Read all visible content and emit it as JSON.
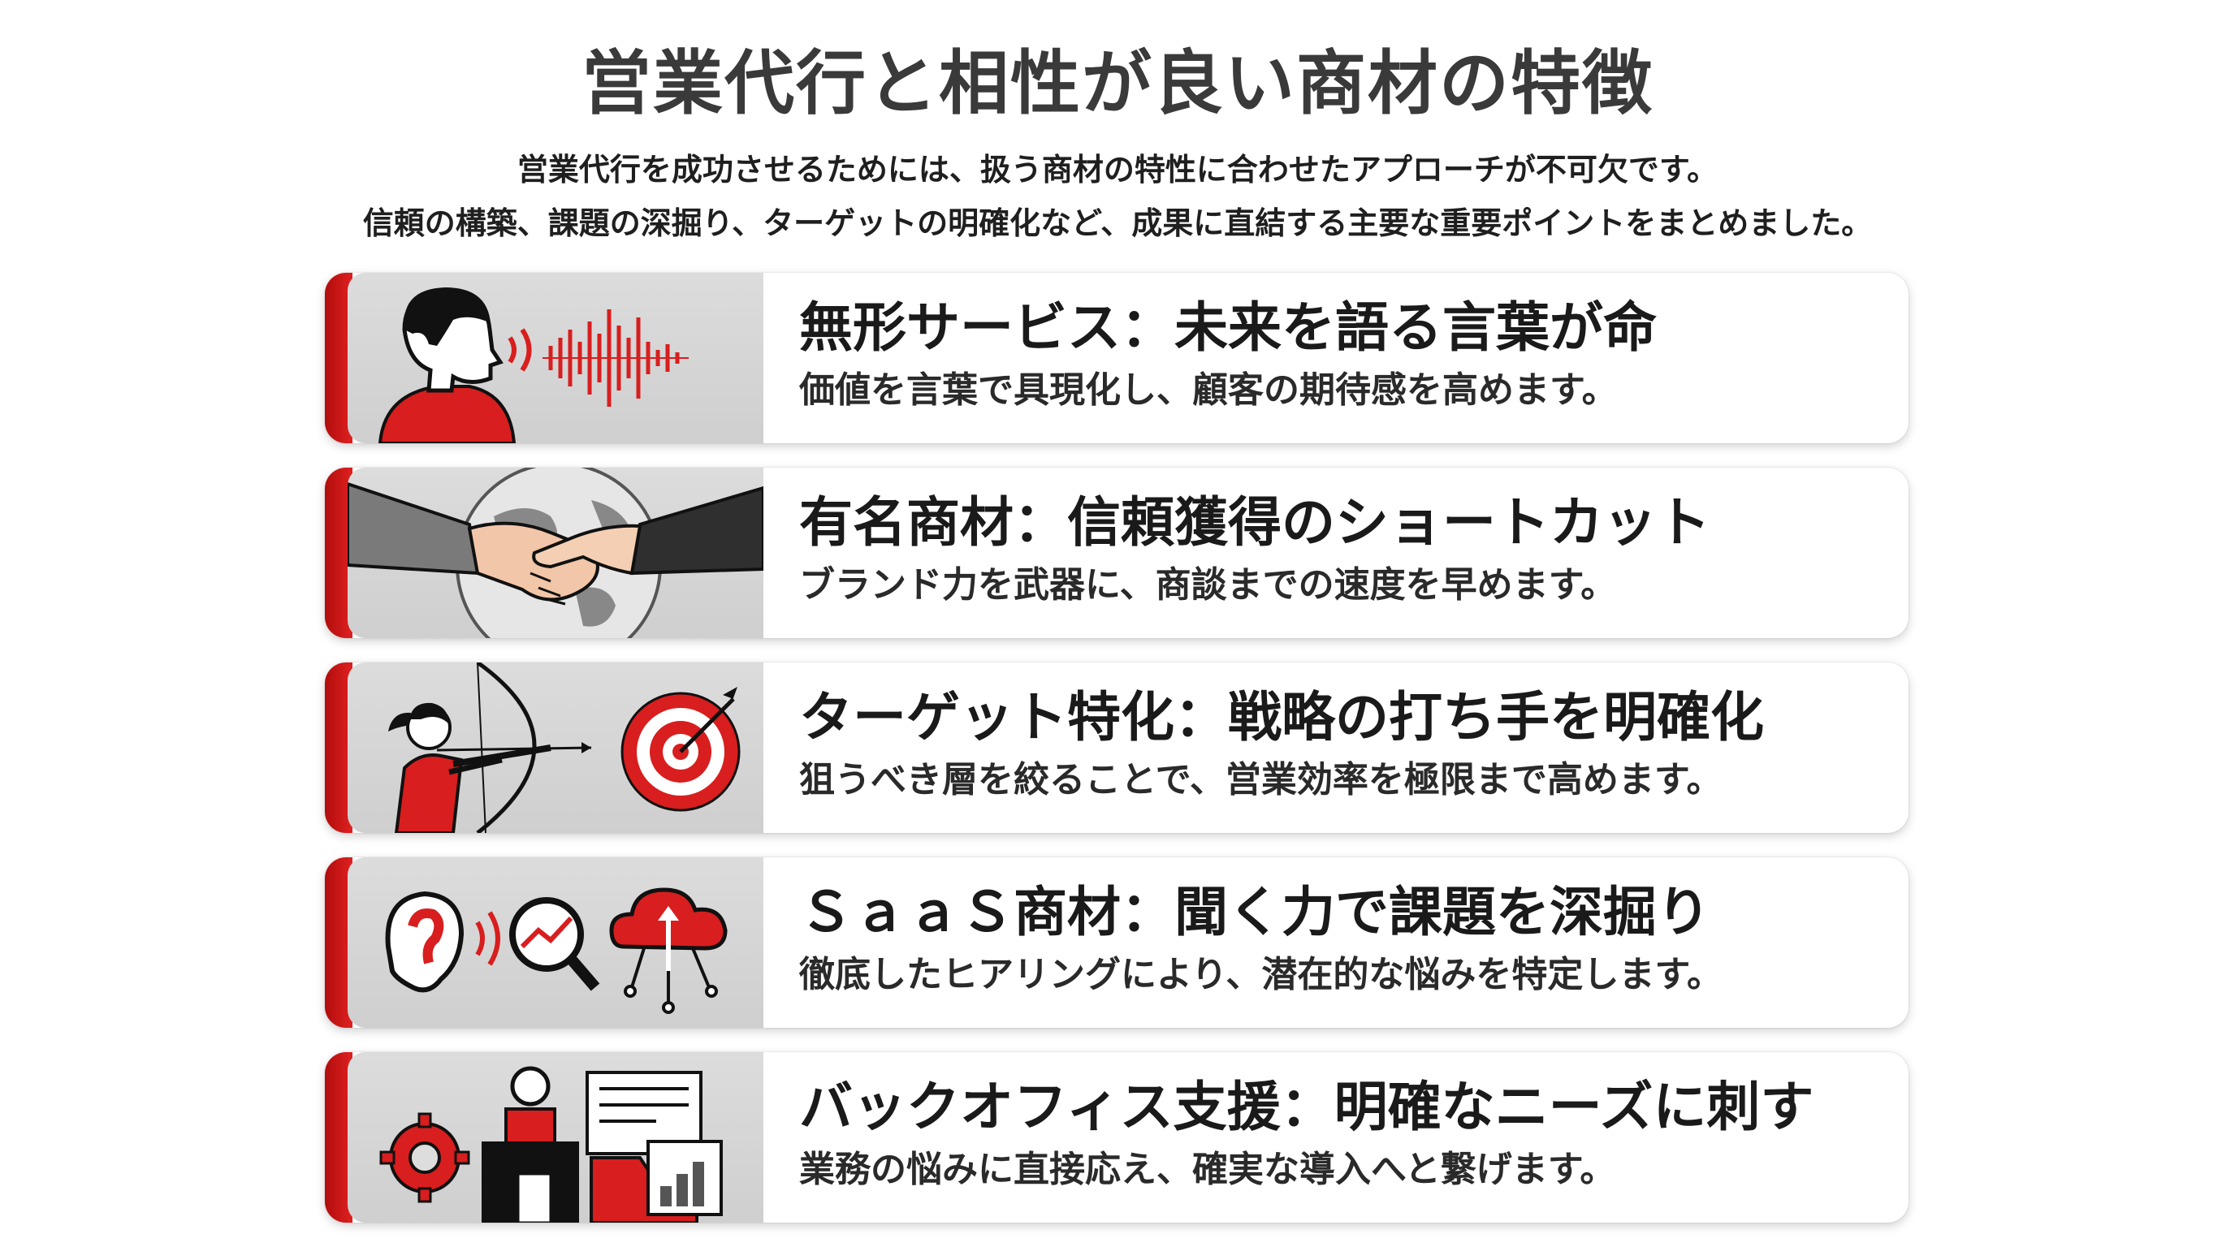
{
  "title": "営業代行と相性が良い商材の特徴",
  "subtitle": [
    "営業代行を成功させるためには、扱う商材の特性に合わせたアプローチが不可欠です。",
    "信頼の構築、課題の深掘り、ターゲットの明確化など、成果に直結する主要な重要ポイントをまとめました。"
  ],
  "accent_color": "#d81e1e",
  "cards": [
    {
      "icon": "speaking-person-sound-wave-icon",
      "heading": "無形サービス：未来を語る言葉が命",
      "description": "価値を言葉で具現化し、顧客の期待感を高めます。"
    },
    {
      "icon": "handshake-globe-icon",
      "heading": "有名商材：信頼獲得のショートカット",
      "description": "ブランド力を武器に、商談までの速度を早めます。"
    },
    {
      "icon": "archer-target-icon",
      "heading": "ターゲット特化：戦略の打ち手を明確化",
      "description": "狙うべき層を絞ることで、営業効率を極限まで高めます。"
    },
    {
      "icon": "ear-magnifier-cloud-icon",
      "heading": "ＳａａＳ商材：聞く力で課題を深掘り",
      "description": "徹底したヒアリングにより、潜在的な悩みを特定します。"
    },
    {
      "icon": "gear-worker-documents-icon",
      "heading": "バックオフィス支援：明確なニーズに刺す",
      "description": "業務の悩みに直接応え、確実な導入へと繋げます。"
    }
  ]
}
